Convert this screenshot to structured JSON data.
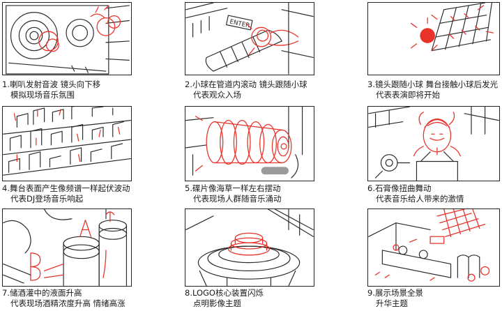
{
  "storyboard": {
    "panels": [
      {
        "caption_line1": "1.喇叭发射音波  镜头向下移",
        "caption_line2": "模拟现场音乐氛围",
        "scene": "speaker"
      },
      {
        "caption_line1": "2.小球在管道内滚动  镜头跟随小球",
        "caption_line2": "代表观众入场",
        "scene": "pipe"
      },
      {
        "caption_line1": "3.镜头跟随小球  舞台接触小球后发光",
        "caption_line2": "代表表演即将开始",
        "scene": "grid-ball"
      },
      {
        "caption_line1": "4.舞台表面产生像频谱一样起伏波动",
        "caption_line2": "代表DJ登场音乐响起",
        "scene": "blocks"
      },
      {
        "caption_line1": "5.碟片像海草一样左右摆动",
        "caption_line2": "代表现场人群随音乐涌动",
        "scene": "discs"
      },
      {
        "caption_line1": "6.石膏像扭曲舞动",
        "caption_line2": "代表音乐给人带来的激情",
        "scene": "statue"
      },
      {
        "caption_line1": "7.储酒灌中的液面升高",
        "caption_line2": "代表现场酒精浓度升高  情绪高涨",
        "scene": "tanks"
      },
      {
        "caption_line1": "8.LOGO核心装置闪烁",
        "caption_line2": "点明影像主题",
        "scene": "core"
      },
      {
        "caption_line1": "9.展示场景全景",
        "caption_line2": "升华主题",
        "scene": "panorama"
      }
    ],
    "sketch_label": "ENTER",
    "colors": {
      "ink": "#2a2a2a",
      "accent": "#e8322a",
      "paper": "#ffffff"
    }
  }
}
